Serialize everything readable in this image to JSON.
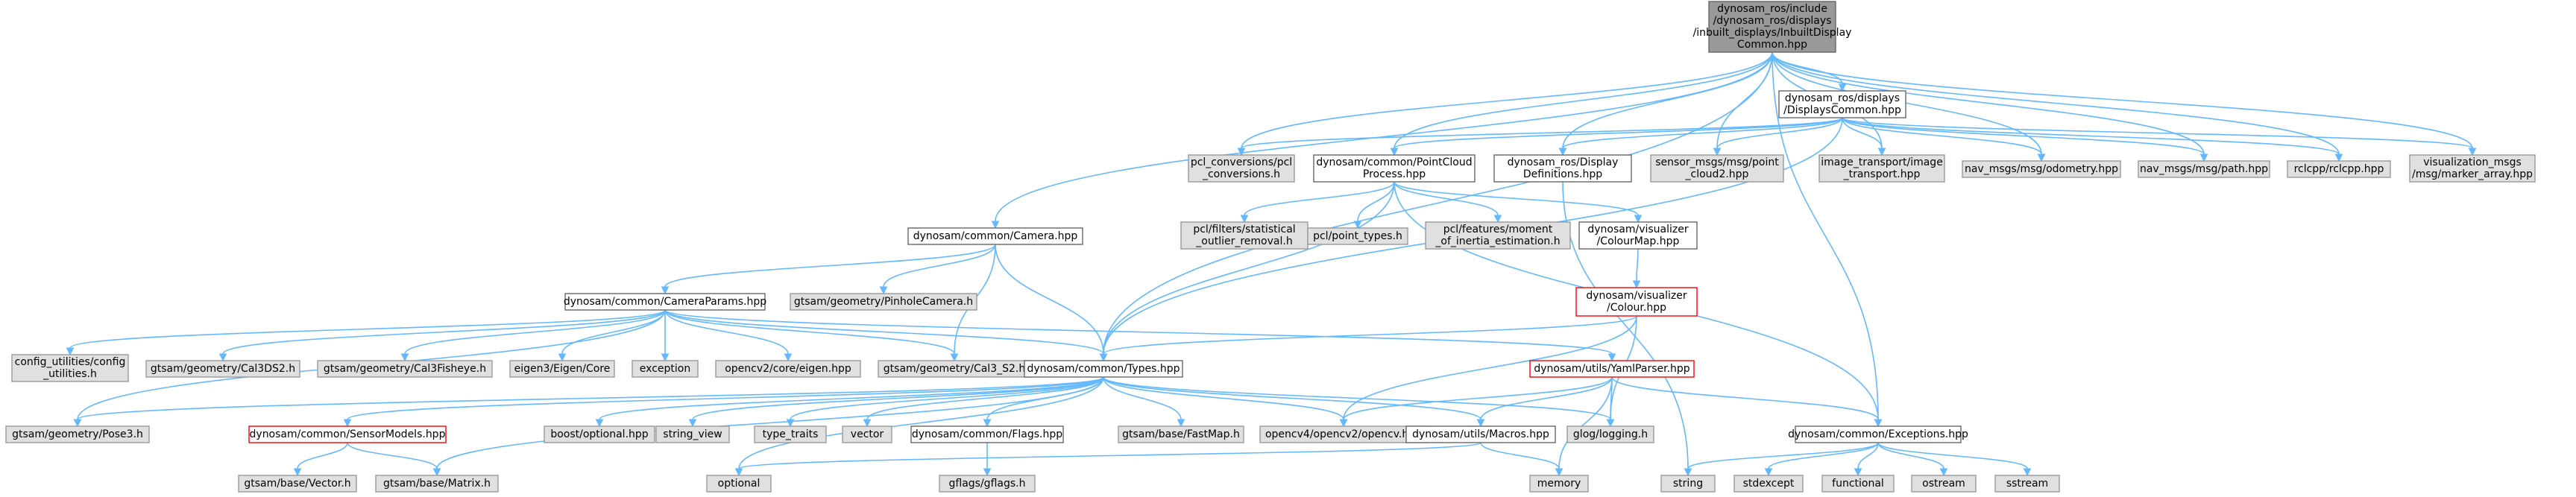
{
  "colors": {
    "edge": "#63b8ff",
    "root_fill": "#999999",
    "root_border": "#666666",
    "internal_fill": "#ffffff",
    "internal_border": "#666666",
    "external_fill": "#e0e0e0",
    "external_border": "#999999",
    "highlight_border": "#ff0000"
  },
  "nodes": [
    {
      "id": "root",
      "kind": "root",
      "lines": [
        "dynosam_ros/include",
        "/dynosam_ros/displays",
        "/inbuilt_displays/InbuiltDisplay",
        "Common.hpp"
      ]
    },
    {
      "id": "displays_common",
      "kind": "internal",
      "lines": [
        "dynosam_ros/displays",
        "/DisplaysCommon.hpp"
      ]
    },
    {
      "id": "pcl_conversions",
      "kind": "external",
      "lines": [
        "pcl_conversions/pcl",
        "_conversions.h"
      ]
    },
    {
      "id": "pointcloud_process",
      "kind": "internal",
      "lines": [
        "dynosam/common/PointCloud",
        "Process.hpp"
      ]
    },
    {
      "id": "display_definitions",
      "kind": "internal",
      "lines": [
        "dynosam_ros/Display",
        "Definitions.hpp"
      ]
    },
    {
      "id": "point_cloud2",
      "kind": "external",
      "lines": [
        "sensor_msgs/msg/point",
        "_cloud2.hpp"
      ]
    },
    {
      "id": "image_transport",
      "kind": "external",
      "lines": [
        "image_transport/image",
        "_transport.hpp"
      ]
    },
    {
      "id": "odometry",
      "kind": "external",
      "lines": [
        "nav_msgs/msg/odometry.hpp"
      ]
    },
    {
      "id": "path",
      "kind": "external",
      "lines": [
        "nav_msgs/msg/path.hpp"
      ]
    },
    {
      "id": "rclcpp",
      "kind": "external",
      "lines": [
        "rclcpp/rclcpp.hpp"
      ]
    },
    {
      "id": "marker_array",
      "kind": "external",
      "lines": [
        "visualization_msgs",
        "/msg/marker_array.hpp"
      ]
    },
    {
      "id": "camera",
      "kind": "internal",
      "lines": [
        "dynosam/common/Camera.hpp"
      ]
    },
    {
      "id": "statistical_outlier",
      "kind": "external",
      "lines": [
        "pcl/filters/statistical",
        "_outlier_removal.h"
      ]
    },
    {
      "id": "point_types",
      "kind": "external",
      "lines": [
        "pcl/point_types.h"
      ]
    },
    {
      "id": "moment_inertia",
      "kind": "external",
      "lines": [
        "pcl/features/moment",
        "_of_inertia_estimation.h"
      ]
    },
    {
      "id": "colour_map",
      "kind": "internal",
      "lines": [
        "dynosam/visualizer",
        "/ColourMap.hpp"
      ]
    },
    {
      "id": "camera_params",
      "kind": "internal",
      "lines": [
        "dynosam/common/CameraParams.hpp"
      ]
    },
    {
      "id": "pinhole_camera",
      "kind": "external",
      "lines": [
        "gtsam/geometry/PinholeCamera.h"
      ]
    },
    {
      "id": "colour",
      "kind": "highlight",
      "lines": [
        "dynosam/visualizer",
        "/Colour.hpp"
      ]
    },
    {
      "id": "config_utilities",
      "kind": "external",
      "lines": [
        "config_utilities/config",
        "_utilities.h"
      ]
    },
    {
      "id": "cal3ds2",
      "kind": "external",
      "lines": [
        "gtsam/geometry/Cal3DS2.h"
      ]
    },
    {
      "id": "cal3fisheye",
      "kind": "external",
      "lines": [
        "gtsam/geometry/Cal3Fisheye.h"
      ]
    },
    {
      "id": "eigen_core",
      "kind": "external",
      "lines": [
        "eigen3/Eigen/Core"
      ]
    },
    {
      "id": "exception",
      "kind": "external",
      "lines": [
        "exception"
      ]
    },
    {
      "id": "opencv_eigen",
      "kind": "external",
      "lines": [
        "opencv2/core/eigen.hpp"
      ]
    },
    {
      "id": "cal3_s2",
      "kind": "external",
      "lines": [
        "gtsam/geometry/Cal3_S2.h"
      ]
    },
    {
      "id": "types",
      "kind": "internal",
      "lines": [
        "dynosam/common/Types.hpp"
      ]
    },
    {
      "id": "yaml_parser",
      "kind": "highlight",
      "lines": [
        "dynosam/utils/YamlParser.hpp"
      ]
    },
    {
      "id": "pose3",
      "kind": "external",
      "lines": [
        "gtsam/geometry/Pose3.h"
      ]
    },
    {
      "id": "sensor_models",
      "kind": "highlight",
      "lines": [
        "dynosam/common/SensorModels.hpp"
      ]
    },
    {
      "id": "boost_optional",
      "kind": "external",
      "lines": [
        "boost/optional.hpp"
      ]
    },
    {
      "id": "string_view",
      "kind": "external",
      "lines": [
        "string_view"
      ]
    },
    {
      "id": "type_traits",
      "kind": "external",
      "lines": [
        "type_traits"
      ]
    },
    {
      "id": "vector",
      "kind": "external",
      "lines": [
        "vector"
      ]
    },
    {
      "id": "flags",
      "kind": "internal",
      "lines": [
        "dynosam/common/Flags.hpp"
      ]
    },
    {
      "id": "fastmap",
      "kind": "external",
      "lines": [
        "gtsam/base/FastMap.h"
      ]
    },
    {
      "id": "opencv",
      "kind": "external",
      "lines": [
        "opencv4/opencv2/opencv.hpp"
      ]
    },
    {
      "id": "macros",
      "kind": "internal",
      "lines": [
        "dynosam/utils/Macros.hpp"
      ]
    },
    {
      "id": "glog",
      "kind": "external",
      "lines": [
        "glog/logging.h"
      ]
    },
    {
      "id": "exceptions",
      "kind": "internal",
      "lines": [
        "dynosam/common/Exceptions.hpp"
      ]
    },
    {
      "id": "gtsam_vector",
      "kind": "external",
      "lines": [
        "gtsam/base/Vector.h"
      ]
    },
    {
      "id": "gtsam_matrix",
      "kind": "external",
      "lines": [
        "gtsam/base/Matrix.h"
      ]
    },
    {
      "id": "optional",
      "kind": "external",
      "lines": [
        "optional"
      ]
    },
    {
      "id": "gflags",
      "kind": "external",
      "lines": [
        "gflags/gflags.h"
      ]
    },
    {
      "id": "memory",
      "kind": "external",
      "lines": [
        "memory"
      ]
    },
    {
      "id": "string",
      "kind": "external",
      "lines": [
        "string"
      ]
    },
    {
      "id": "stdexcept",
      "kind": "external",
      "lines": [
        "stdexcept"
      ]
    },
    {
      "id": "functional",
      "kind": "external",
      "lines": [
        "functional"
      ]
    },
    {
      "id": "ostream",
      "kind": "external",
      "lines": [
        "ostream"
      ]
    },
    {
      "id": "sstream",
      "kind": "external",
      "lines": [
        "sstream"
      ]
    }
  ],
  "edges": [
    [
      "root",
      "displays_common"
    ],
    [
      "root",
      "pcl_conversions"
    ],
    [
      "root",
      "pointcloud_process"
    ],
    [
      "root",
      "display_definitions"
    ],
    [
      "root",
      "point_cloud2"
    ],
    [
      "root",
      "image_transport"
    ],
    [
      "root",
      "odometry"
    ],
    [
      "root",
      "path"
    ],
    [
      "root",
      "rclcpp"
    ],
    [
      "root",
      "marker_array"
    ],
    [
      "root",
      "camera"
    ],
    [
      "root",
      "types"
    ],
    [
      "root",
      "exceptions"
    ],
    [
      "displays_common",
      "pcl_conversions"
    ],
    [
      "displays_common",
      "pointcloud_process"
    ],
    [
      "displays_common",
      "display_definitions"
    ],
    [
      "displays_common",
      "point_cloud2"
    ],
    [
      "displays_common",
      "image_transport"
    ],
    [
      "displays_common",
      "odometry"
    ],
    [
      "displays_common",
      "path"
    ],
    [
      "displays_common",
      "rclcpp"
    ],
    [
      "displays_common",
      "marker_array"
    ],
    [
      "displays_common",
      "types"
    ],
    [
      "pointcloud_process",
      "statistical_outlier"
    ],
    [
      "pointcloud_process",
      "point_types"
    ],
    [
      "pointcloud_process",
      "moment_inertia"
    ],
    [
      "pointcloud_process",
      "colour_map"
    ],
    [
      "pointcloud_process",
      "types"
    ],
    [
      "pointcloud_process",
      "exceptions"
    ],
    [
      "display_definitions",
      "string"
    ],
    [
      "camera",
      "camera_params"
    ],
    [
      "camera",
      "pinhole_camera"
    ],
    [
      "camera",
      "cal3_s2"
    ],
    [
      "camera",
      "types"
    ],
    [
      "colour_map",
      "colour"
    ],
    [
      "colour",
      "types"
    ],
    [
      "colour",
      "opencv"
    ],
    [
      "colour",
      "glog"
    ],
    [
      "camera_params",
      "config_utilities"
    ],
    [
      "camera_params",
      "cal3ds2"
    ],
    [
      "camera_params",
      "cal3fisheye"
    ],
    [
      "camera_params",
      "eigen_core"
    ],
    [
      "camera_params",
      "exception"
    ],
    [
      "camera_params",
      "opencv_eigen"
    ],
    [
      "camera_params",
      "cal3_s2"
    ],
    [
      "camera_params",
      "types"
    ],
    [
      "camera_params",
      "yaml_parser"
    ],
    [
      "camera_params",
      "pose3"
    ],
    [
      "types",
      "pose3"
    ],
    [
      "types",
      "sensor_models"
    ],
    [
      "types",
      "boost_optional"
    ],
    [
      "types",
      "string_view"
    ],
    [
      "types",
      "type_traits"
    ],
    [
      "types",
      "vector"
    ],
    [
      "types",
      "flags"
    ],
    [
      "types",
      "fastmap"
    ],
    [
      "types",
      "opencv"
    ],
    [
      "types",
      "macros"
    ],
    [
      "types",
      "glog"
    ],
    [
      "types",
      "gtsam_matrix"
    ],
    [
      "types",
      "optional"
    ],
    [
      "yaml_parser",
      "opencv"
    ],
    [
      "yaml_parser",
      "macros"
    ],
    [
      "yaml_parser",
      "glog"
    ],
    [
      "yaml_parser",
      "exceptions"
    ],
    [
      "yaml_parser",
      "memory"
    ],
    [
      "sensor_models",
      "gtsam_vector"
    ],
    [
      "sensor_models",
      "gtsam_matrix"
    ],
    [
      "flags",
      "gflags"
    ],
    [
      "macros",
      "optional"
    ],
    [
      "macros",
      "memory"
    ],
    [
      "exceptions",
      "string"
    ],
    [
      "exceptions",
      "stdexcept"
    ],
    [
      "exceptions",
      "functional"
    ],
    [
      "exceptions",
      "ostream"
    ],
    [
      "exceptions",
      "sstream"
    ]
  ]
}
